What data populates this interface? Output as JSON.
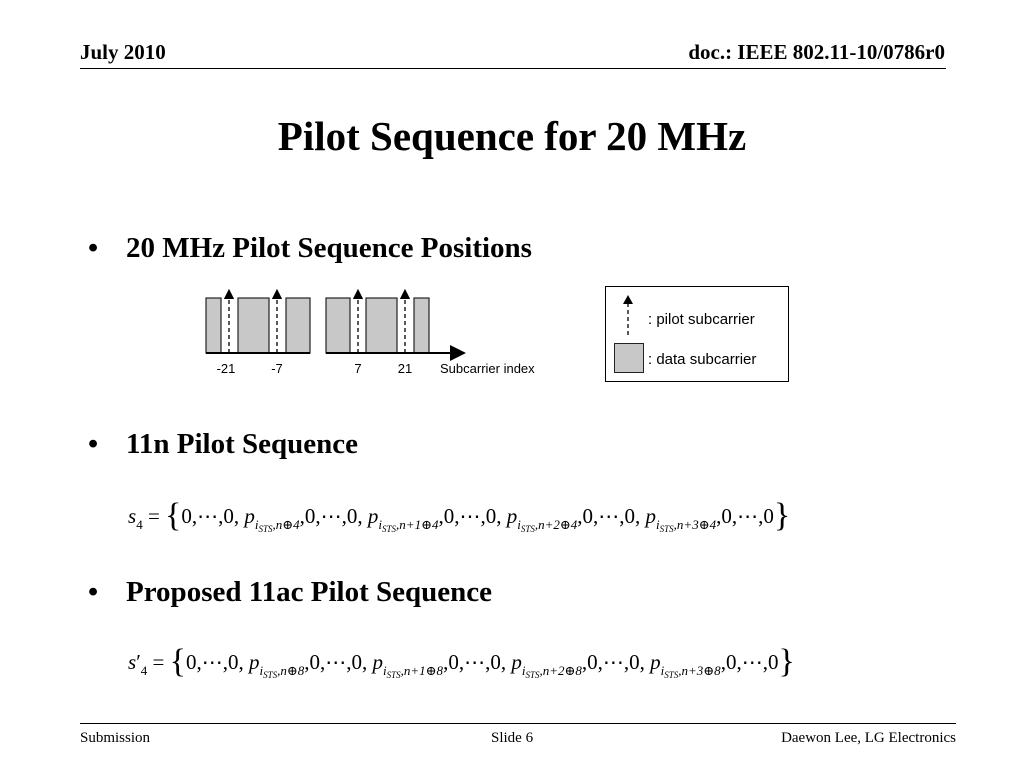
{
  "header": {
    "date": "July 2010",
    "doc_id": "doc.: IEEE 802.11-10/0786r0"
  },
  "slide_title": "Pilot Sequence for 20 MHz",
  "bullets": [
    {
      "symbol": "•",
      "text": "20 MHz Pilot Sequence Positions"
    },
    {
      "symbol": "•",
      "text": "11n Pilot Sequence"
    },
    {
      "symbol": "•",
      "text": "Proposed 11ac Pilot Sequence"
    }
  ],
  "diagram": {
    "pilot_indices": [
      "-21",
      "-7",
      "7",
      "21"
    ],
    "axis_label": "Subcarrier index"
  },
  "legend": {
    "pilot": ": pilot subcarrier",
    "data": ": data subcarrier"
  },
  "equations": {
    "eq1": {
      "lhs": "s",
      "lhs_sub": "4",
      "prime": "",
      "eq": "=",
      "zeros": "0,⋯,0,",
      "zeros_end": "0,⋯,0",
      "p": "p",
      "i": "i",
      "sts": "STS",
      "comma": ",",
      "idx": [
        "n⊕4",
        "n+1⊕4",
        "n+2⊕4",
        "n+3⊕4"
      ]
    },
    "eq2": {
      "lhs": "s",
      "lhs_sub": "4",
      "prime": "′",
      "eq": "=",
      "zeros": "0,⋯,0,",
      "zeros_end": "0,⋯,0",
      "p": "p",
      "i": "i",
      "sts": "STS",
      "comma": ",",
      "idx": [
        "n⊕8",
        "n+1⊕8",
        "n+2⊕8",
        "n+3⊕8"
      ]
    }
  },
  "footer": {
    "left": "Submission",
    "center": "Slide 6",
    "right": "Daewon Lee, LG Electronics"
  }
}
